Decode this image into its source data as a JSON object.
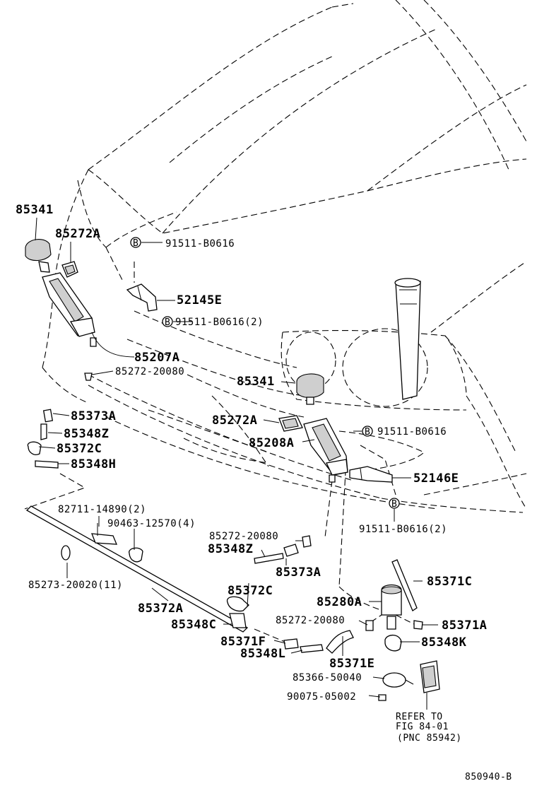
{
  "diagram_id": "850940-B",
  "bolt_marker": "B",
  "parts": {
    "p85341_left": "85341",
    "p85272A_left": "85272A",
    "p91511_top": "91511-B0616",
    "p52145E": "52145E",
    "p91511_2_top": "91511-B0616(2)",
    "p85207A": "85207A",
    "p85272_20080_left": "85272-20080",
    "p85341_right": "85341",
    "p85373A_left": "85373A",
    "p85348Z_left": "85348Z",
    "p85372C_left": "85372C",
    "p85348H": "85348H",
    "p85272A_right": "85272A",
    "p85208A": "85208A",
    "p91511_right": "91511-B0616",
    "p52146E": "52146E",
    "p91511_2_right": "91511-B0616(2)",
    "p82711": "82711-14890(2)",
    "p90463": "90463-12570(4)",
    "p85272_20080_mid": "85272-20080",
    "p85348Z_mid": "85348Z",
    "p85373A_mid": "85373A",
    "p85273": "85273-20020(11)",
    "p85372C_mid": "85372C",
    "p85371C": "85371C",
    "p85372A": "85372A",
    "p85280A": "85280A",
    "p85348C": "85348C",
    "p85272_20080_low": "85272-20080",
    "p85371A": "85371A",
    "p85371F": "85371F",
    "p85348L": "85348L",
    "p85348K": "85348K",
    "p85371E": "85371E",
    "p85366": "85366-50040",
    "p90075": "90075-05002"
  },
  "reference": {
    "line1": "REFER TO",
    "line2": "FIG 84-01",
    "line3": "(PNC 85942)"
  }
}
